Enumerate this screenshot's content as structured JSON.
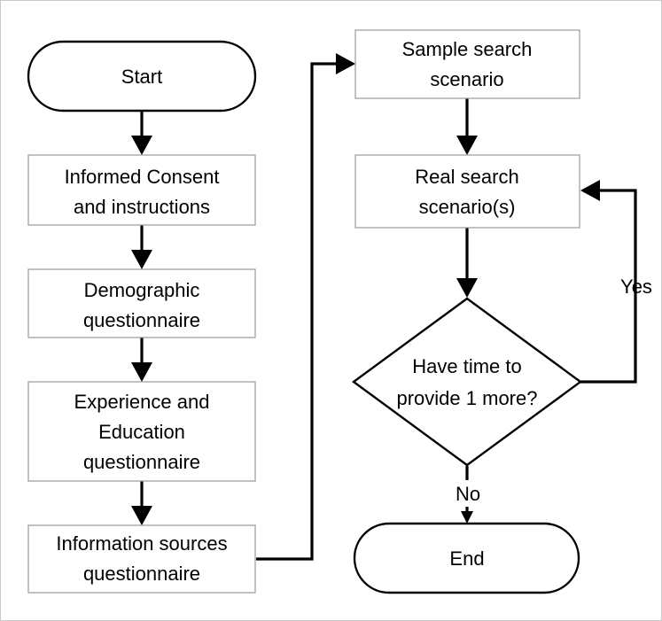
{
  "nodes": {
    "start": {
      "kind": "terminator",
      "lines": [
        "Start"
      ]
    },
    "consent": {
      "kind": "process",
      "lines": [
        "Informed Consent",
        "and instructions"
      ]
    },
    "demographic": {
      "kind": "process",
      "lines": [
        "Demographic",
        "questionnaire"
      ]
    },
    "experience": {
      "kind": "process",
      "lines": [
        "Experience and",
        "Education",
        "questionnaire"
      ]
    },
    "information": {
      "kind": "process",
      "lines": [
        "Information sources",
        "questionnaire"
      ]
    },
    "sample": {
      "kind": "process",
      "lines": [
        "Sample search",
        "scenario"
      ]
    },
    "real": {
      "kind": "process",
      "lines": [
        "Real search",
        "scenario(s)"
      ]
    },
    "decision": {
      "kind": "decision",
      "lines": [
        "Have time to",
        "provide 1 more?"
      ]
    },
    "end": {
      "kind": "terminator",
      "lines": [
        "End"
      ]
    }
  },
  "edges": [
    {
      "from": "start",
      "to": "consent",
      "label": ""
    },
    {
      "from": "consent",
      "to": "demographic",
      "label": ""
    },
    {
      "from": "demographic",
      "to": "experience",
      "label": ""
    },
    {
      "from": "experience",
      "to": "information",
      "label": ""
    },
    {
      "from": "information",
      "to": "sample",
      "label": ""
    },
    {
      "from": "sample",
      "to": "real",
      "label": ""
    },
    {
      "from": "real",
      "to": "decision",
      "label": ""
    },
    {
      "from": "decision",
      "to": "real",
      "label": "Yes"
    },
    {
      "from": "decision",
      "to": "end",
      "label": "No"
    }
  ]
}
